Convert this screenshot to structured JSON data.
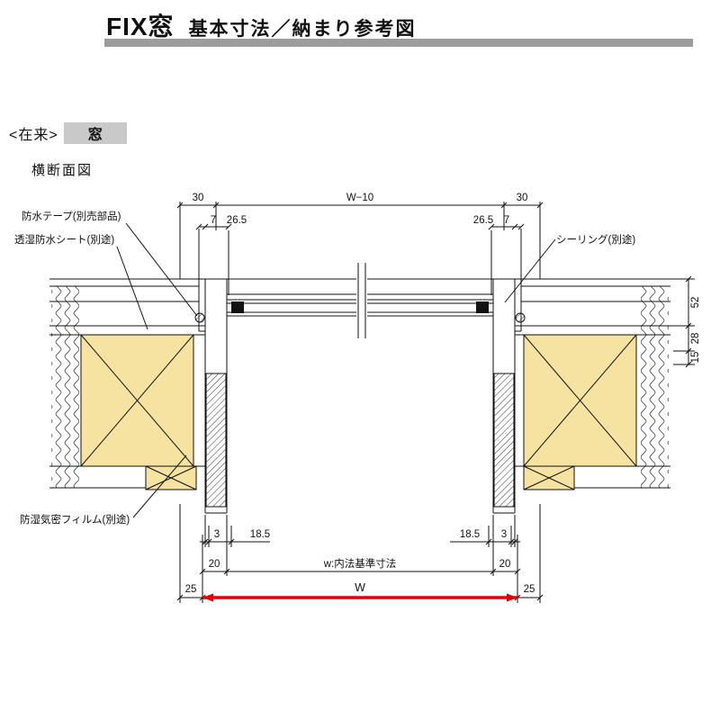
{
  "header": {
    "title_main": "FIX窓",
    "title_sub": "基本寸法／納まり参考図"
  },
  "tags": {
    "construction": "<在来>",
    "product": "窓"
  },
  "drawing": {
    "view_label": "横断面図",
    "annotations": {
      "waterproof_tape": "防水テープ(別売部品)",
      "breathable_sheet": "透湿防水シート(別途)",
      "sealing": "シーリング(別途)",
      "vapor_film": "防湿気密フィルム(別途)"
    },
    "dims": {
      "top_left": "30",
      "top_center": "W−10",
      "top_right": "30",
      "sub_left_a": "7",
      "sub_left_b": "26.5",
      "sub_right_a": "26.5",
      "sub_right_b": "7",
      "right_a": "52",
      "right_b": "28",
      "right_c": "15",
      "bot1_left_a": "3",
      "bot1_left_b": "18.5",
      "bot1_right_a": "18.5",
      "bot1_right_b": "3",
      "bot2_left": "20",
      "bot2_center": "w:内法基準寸法",
      "bot2_right": "20",
      "bot3_left": "25",
      "bot3_center": "W",
      "bot3_right": "25"
    },
    "colors": {
      "wood_fill": "#f7e3a1",
      "dim_red": "#dd0000"
    }
  }
}
